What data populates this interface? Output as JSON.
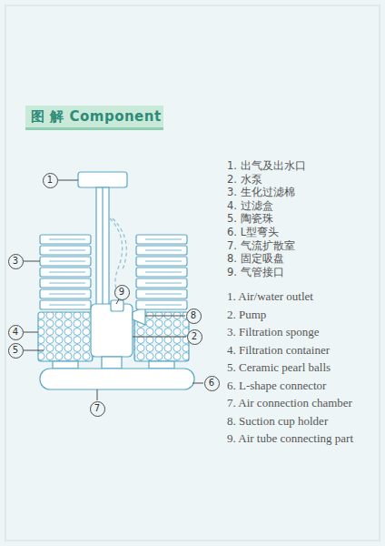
{
  "diagram": {
    "title": "图 解 Component",
    "nodes": [
      {
        "text": [
          "1"
        ]
      },
      {
        "text": [
          "3"
        ]
      },
      {
        "text": [
          "9"
        ]
      },
      {
        "text": [
          "8"
        ]
      },
      {
        "text": [
          "4"
        ]
      },
      {
        "text": [
          "2"
        ]
      },
      {
        "text": [
          "5"
        ]
      },
      {
        "text": [
          "6"
        ]
      },
      {
        "text": [
          "7"
        ]
      }
    ],
    "labels": [
      "1. 出气及出水口",
      "2. 水泵",
      "3. 生化过滤棉",
      "4. 过滤盒",
      "5. 陶瓷珠",
      "6. L型弯头",
      "7. 气流扩散室",
      "8. 固定吸盘",
      "9. 气管接口",
      "1. Air/water outlet",
      "2. Pump",
      "3. Filtration sponge",
      "4. Filtration container",
      "5. Ceramic pearl balls",
      "6. L-shape connector",
      "7. Air connection chamber",
      "8. Suction cup holder",
      "9. Air tube connecting part"
    ]
  }
}
